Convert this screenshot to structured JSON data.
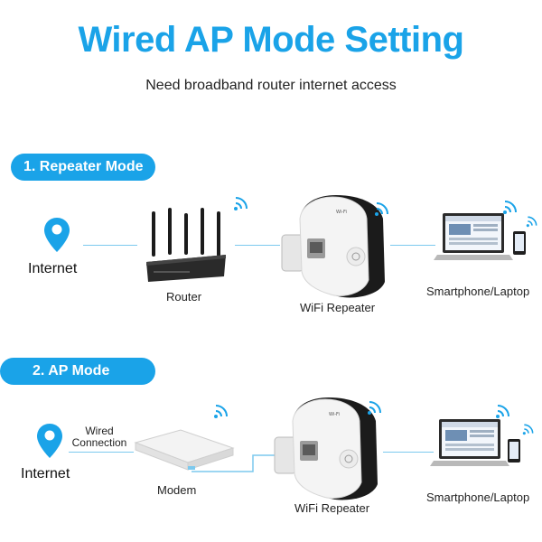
{
  "header": {
    "title": "Wired AP Mode Setting",
    "subtitle": "Need broadband router internet access"
  },
  "section1": {
    "mode_label": "1. Repeater Mode",
    "internet_label": "Internet",
    "router_label": "Router",
    "repeater_label": "WiFi Repeater",
    "device_label": "Smartphone/Laptop"
  },
  "section2": {
    "mode_label": "2. AP Mode",
    "internet_label": "Internet",
    "connection_label_line1": "Wired",
    "connection_label_line2": "Connection",
    "modem_label": "Modem",
    "repeater_label": "WiFi Repeater",
    "device_label": "Smartphone/Laptop"
  },
  "colors": {
    "accent": "#1aa3e8",
    "line": "#7cc9ee",
    "device_white": "#f4f4f4",
    "device_black": "#1b1b1b"
  }
}
